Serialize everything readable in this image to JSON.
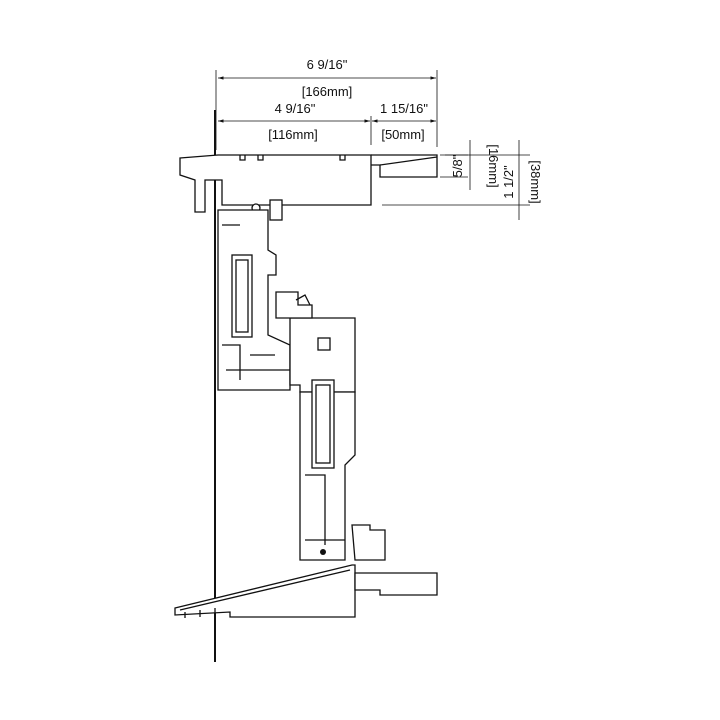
{
  "drawing": {
    "title": "Window section detail",
    "dimensions": {
      "overall_in": "6 9/16\"",
      "overall_mm": "[166mm]",
      "left_in": "4 9/16\"",
      "left_mm": "[116mm]",
      "right_in": "1 15/16\"",
      "right_mm": "[50mm]",
      "small_height_in": "5/8\"",
      "small_height_mm": "[16mm]",
      "head_height_in": "1 1/2\"",
      "head_height_mm": "[38mm]"
    }
  }
}
